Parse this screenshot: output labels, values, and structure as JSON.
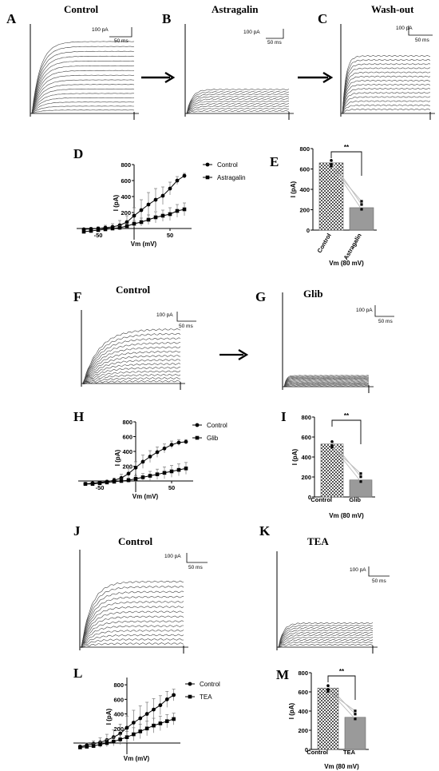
{
  "panels": {
    "A": {
      "letter": "A",
      "title": "Control"
    },
    "B": {
      "letter": "B",
      "title": "Astragalin"
    },
    "C": {
      "letter": "C",
      "title": "Wash-out"
    },
    "D": {
      "letter": "D"
    },
    "E": {
      "letter": "E"
    },
    "F": {
      "letter": "F",
      "title": "Control"
    },
    "G": {
      "letter": "G",
      "title": "Glib"
    },
    "H": {
      "letter": "H"
    },
    "I": {
      "letter": "I"
    },
    "J": {
      "letter": "J",
      "title": "Control"
    },
    "K": {
      "letter": "K",
      "title": "TEA"
    },
    "L": {
      "letter": "L"
    },
    "M": {
      "letter": "M"
    }
  },
  "scale_bar": {
    "current": "100 pA",
    "time": "50 ms"
  },
  "chart_data": [
    {
      "id": "D",
      "type": "line",
      "xlabel": "Vm (mV)",
      "ylabel": "I (pA)",
      "x_ticks": [
        "-50",
        "50"
      ],
      "y_ticks": [
        "200",
        "400",
        "600",
        "800"
      ],
      "ylim": [
        0,
        800
      ],
      "xlim": [
        -80,
        80
      ],
      "x": [
        -70,
        -60,
        -50,
        -40,
        -30,
        -20,
        -10,
        0,
        10,
        20,
        30,
        40,
        50,
        60,
        70
      ],
      "series": [
        {
          "name": "Control",
          "marker": "circle",
          "values": [
            -10,
            -5,
            0,
            10,
            20,
            40,
            80,
            160,
            230,
            300,
            360,
            410,
            500,
            600,
            660
          ],
          "err": [
            10,
            15,
            20,
            30,
            40,
            60,
            80,
            100,
            130,
            150,
            140,
            110,
            80,
            50,
            30
          ]
        },
        {
          "name": "Astragalin",
          "marker": "square",
          "values": [
            -40,
            -30,
            -20,
            -10,
            0,
            10,
            30,
            60,
            80,
            110,
            140,
            160,
            180,
            220,
            240
          ],
          "err": [
            10,
            10,
            10,
            15,
            20,
            25,
            30,
            40,
            50,
            60,
            70,
            70,
            80,
            80,
            80
          ]
        }
      ]
    },
    {
      "id": "E",
      "type": "bar",
      "xlabel": "Vm (80 mV)",
      "ylabel": "I (pA)",
      "y_ticks": [
        "0",
        "200",
        "400",
        "600",
        "800"
      ],
      "ylim": [
        0,
        800
      ],
      "categories": [
        "Control",
        "Astragalin"
      ],
      "values": [
        660,
        220
      ],
      "sig": "**"
    },
    {
      "id": "H",
      "type": "line",
      "xlabel": "Vm (mV)",
      "ylabel": "I (pA)",
      "x_ticks": [
        "-50",
        "50"
      ],
      "y_ticks": [
        "200",
        "400",
        "600",
        "800"
      ],
      "ylim": [
        0,
        800
      ],
      "xlim": [
        -80,
        80
      ],
      "x": [
        -70,
        -60,
        -50,
        -40,
        -30,
        -20,
        -10,
        0,
        10,
        20,
        30,
        40,
        50,
        60,
        70
      ],
      "series": [
        {
          "name": "Control",
          "marker": "circle",
          "values": [
            -40,
            -30,
            -20,
            -10,
            10,
            40,
            100,
            180,
            260,
            330,
            390,
            440,
            490,
            520,
            530
          ],
          "err": [
            10,
            10,
            15,
            20,
            30,
            50,
            70,
            80,
            90,
            80,
            70,
            60,
            50,
            40,
            30
          ]
        },
        {
          "name": "Glib",
          "marker": "square",
          "values": [
            -40,
            -40,
            -30,
            -20,
            -10,
            0,
            10,
            30,
            50,
            70,
            90,
            110,
            130,
            150,
            170
          ],
          "err": [
            10,
            10,
            10,
            15,
            20,
            25,
            30,
            40,
            50,
            60,
            70,
            80,
            80,
            80,
            80
          ]
        }
      ]
    },
    {
      "id": "I",
      "type": "bar",
      "xlabel": "Vm (80 mV)",
      "ylabel": "I (pA)",
      "y_ticks": [
        "0",
        "200",
        "400",
        "600",
        "800"
      ],
      "ylim": [
        0,
        800
      ],
      "categories": [
        "Control",
        "Glib"
      ],
      "values": [
        530,
        170
      ],
      "sig": "**"
    },
    {
      "id": "L",
      "type": "line",
      "xlabel": "Vm (mV)",
      "ylabel": "I (pA)",
      "y_ticks": [
        "200",
        "400",
        "600",
        "800"
      ],
      "ylim": [
        -100,
        800
      ],
      "xlim": [
        -80,
        80
      ],
      "x": [
        -70,
        -60,
        -50,
        -40,
        -30,
        -20,
        -10,
        0,
        10,
        20,
        30,
        40,
        50,
        60,
        70
      ],
      "series": [
        {
          "name": "Control",
          "marker": "circle",
          "values": [
            -50,
            -30,
            -10,
            10,
            40,
            80,
            130,
            210,
            280,
            340,
            400,
            460,
            520,
            600,
            660
          ],
          "err": [
            20,
            30,
            40,
            60,
            80,
            100,
            130,
            160,
            170,
            170,
            160,
            150,
            130,
            110,
            80
          ]
        },
        {
          "name": "TEA",
          "marker": "square",
          "values": [
            -60,
            -50,
            -40,
            -20,
            0,
            20,
            50,
            80,
            120,
            160,
            200,
            240,
            270,
            300,
            330
          ],
          "err": [
            20,
            20,
            30,
            40,
            50,
            60,
            70,
            80,
            90,
            100,
            100,
            100,
            100,
            90,
            80
          ]
        }
      ]
    },
    {
      "id": "M",
      "type": "bar",
      "xlabel": "Vm (80 mV)",
      "ylabel": "I (pA)",
      "y_ticks": [
        "0",
        "200",
        "400",
        "600",
        "800"
      ],
      "ylim": [
        0,
        800
      ],
      "categories": [
        "Control",
        "TEA"
      ],
      "values": [
        640,
        335
      ],
      "sig": "**"
    }
  ]
}
